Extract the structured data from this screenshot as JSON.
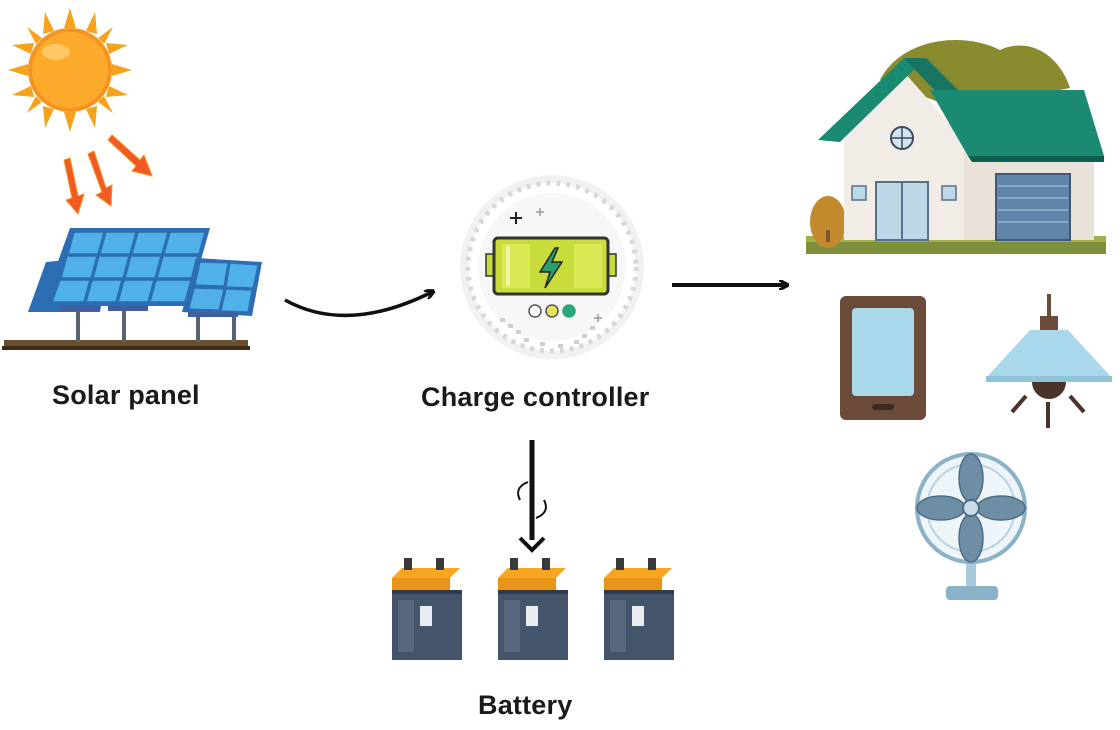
{
  "diagram": {
    "labels": {
      "solar_panel": "Solar panel",
      "charge_controller": "Charge controller",
      "battery": "Battery"
    },
    "icons": {
      "sun": "sun-icon",
      "solar_panel": "solar-panel-icon",
      "charge_controller": "charge-controller-icon",
      "battery": "battery-icon",
      "house": "house-icon",
      "tablet": "tablet-icon",
      "lamp": "lamp-icon",
      "fan": "fan-icon"
    },
    "colors": {
      "sun": "#f7a21b",
      "sun_rays": "#f15a24",
      "panel_cell": "#4aa8e0",
      "panel_frame": "#2c6db3",
      "battery_body": "#44546a",
      "battery_top": "#f6a623",
      "controller_battery": "#c8dc3c",
      "house_roof": "#1b8a72",
      "house_wall": "#f1ece6",
      "arrow": "#111111"
    }
  }
}
